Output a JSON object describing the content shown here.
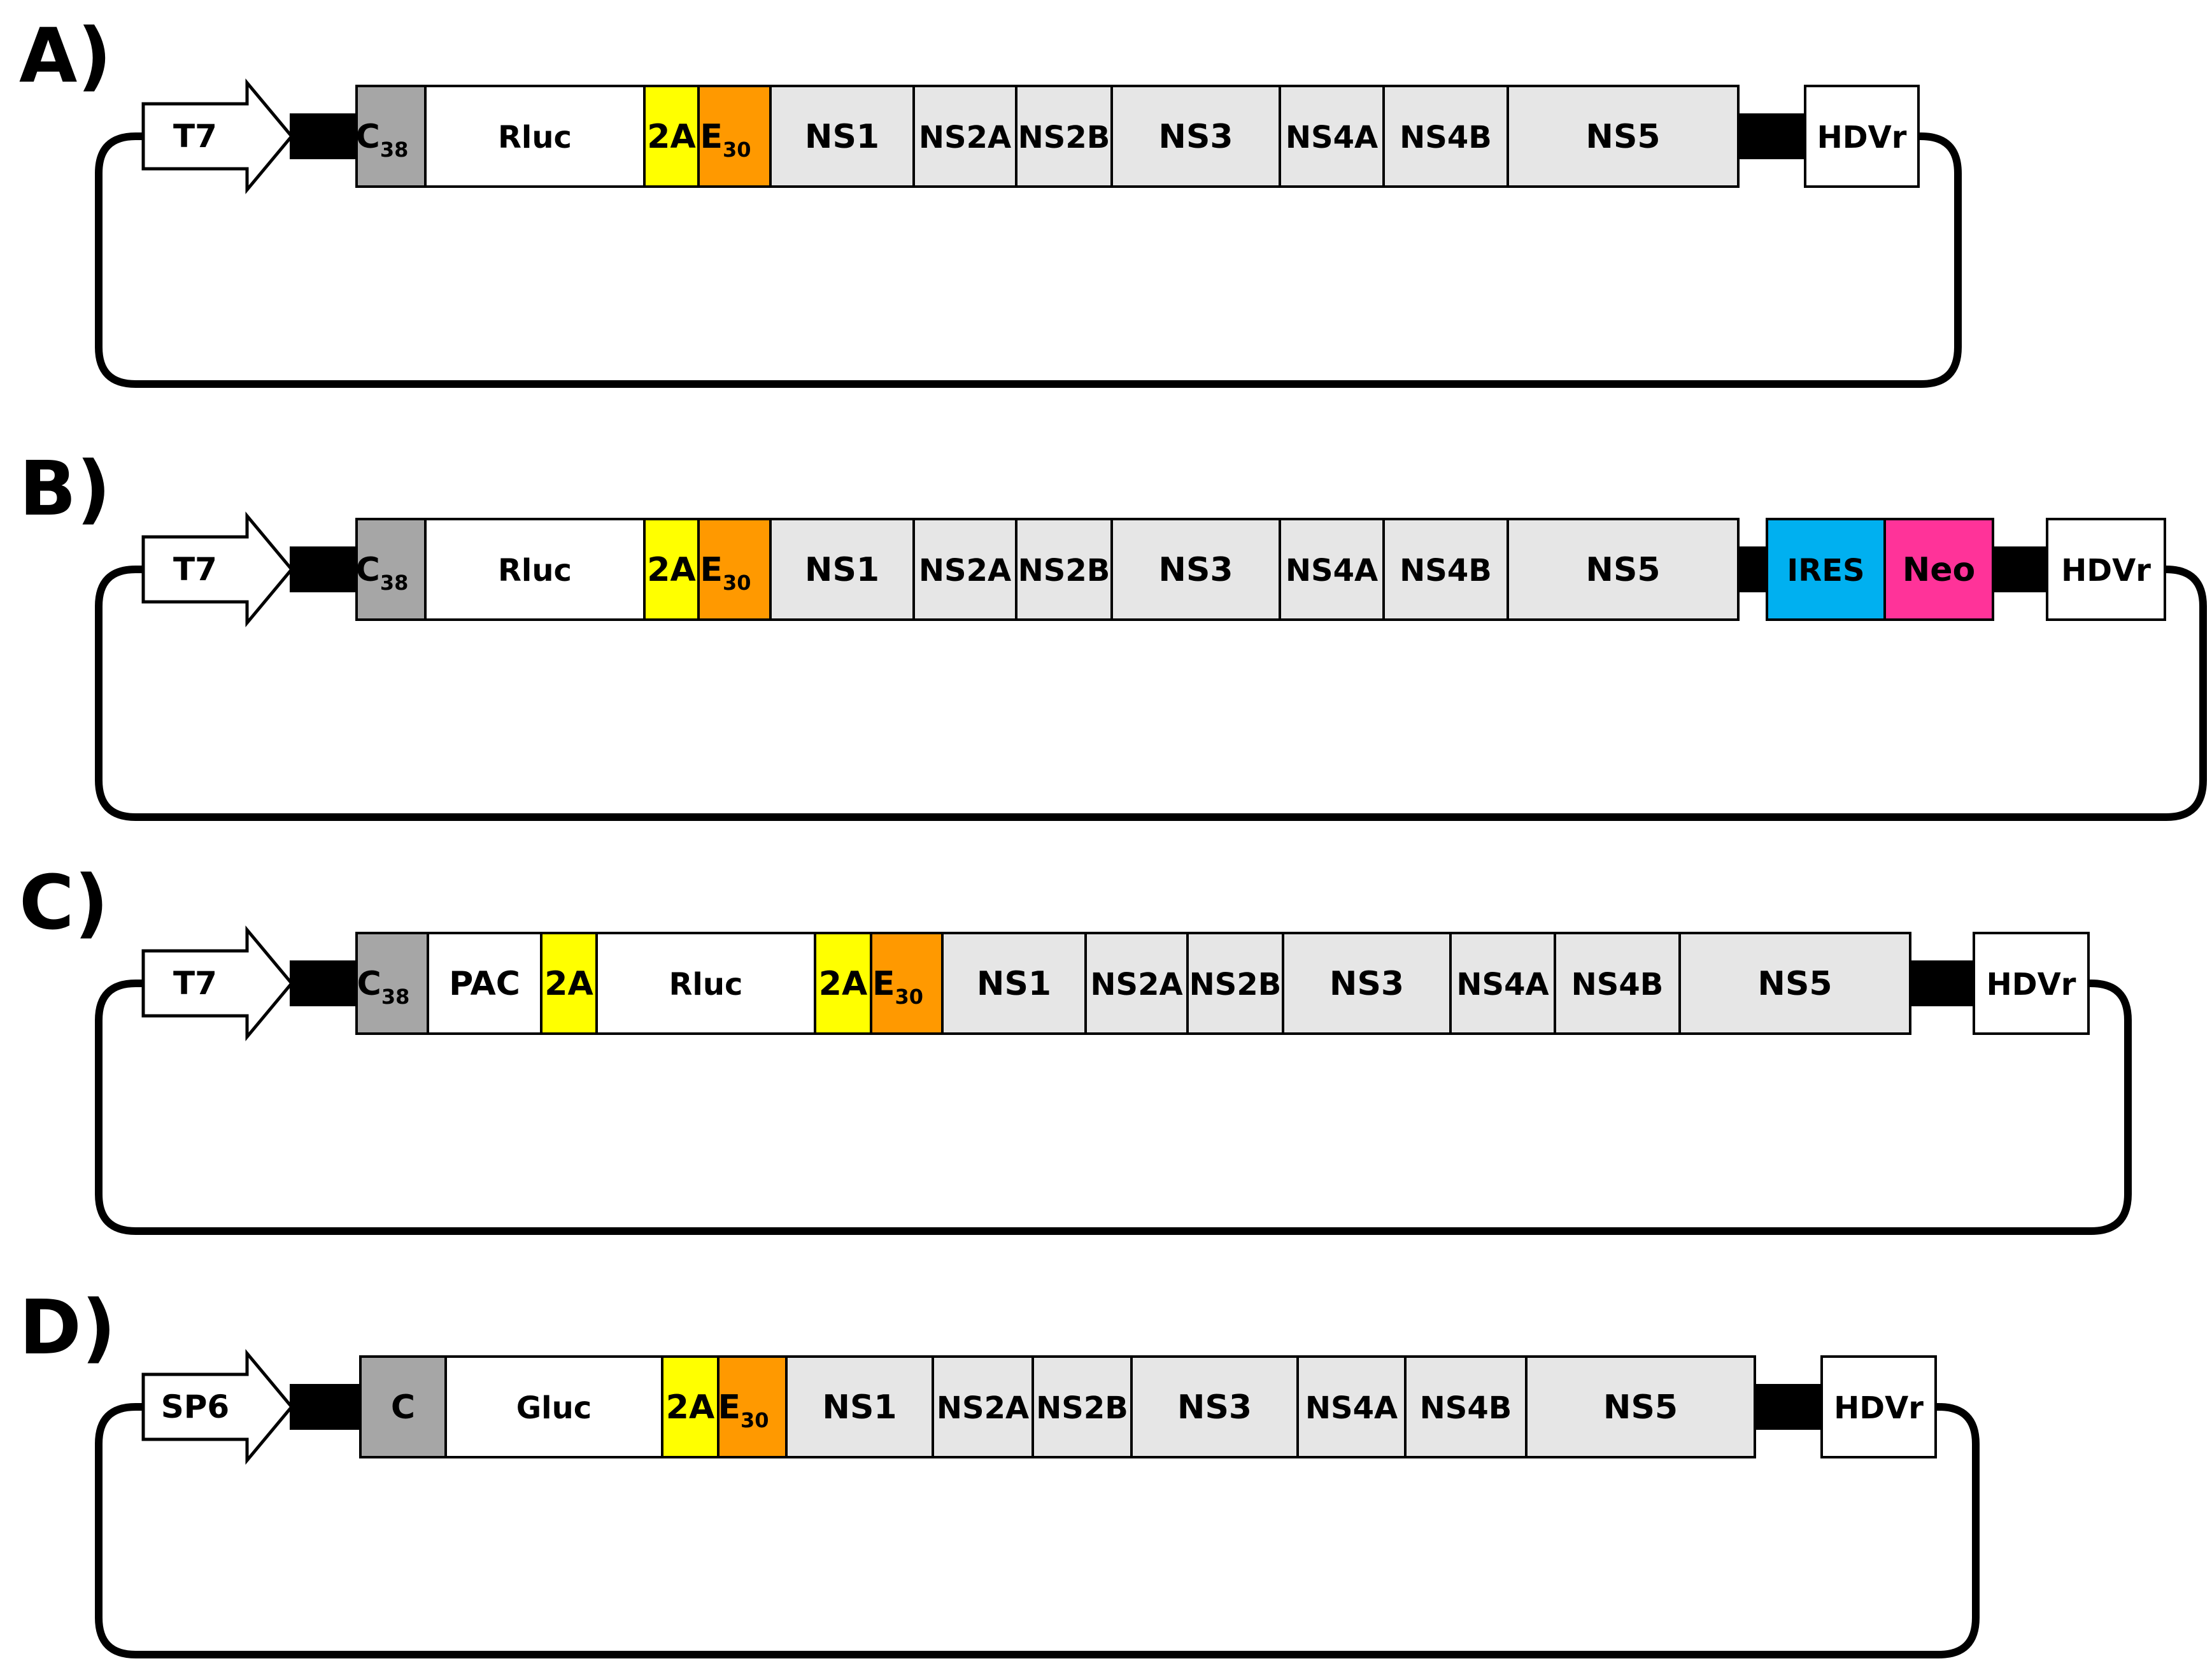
{
  "colors": {
    "white": "#ffffff",
    "light_gray": "#e6e6e6",
    "gray": "#a6a6a6",
    "yellow": "#ffff00",
    "orange": "#ff9900",
    "blue": "#00b0f0",
    "pink": "#ff3399",
    "black": "#000000"
  },
  "panels": [
    {
      "label": "A)",
      "promoter": "T7",
      "segments": [
        {
          "text": "C",
          "sub": "38",
          "color": "gray"
        },
        {
          "text": "Rluc",
          "color": "white"
        },
        {
          "text": "2A",
          "color": "yellow"
        },
        {
          "text": "E",
          "sub": "30",
          "color": "orange"
        },
        {
          "text": "NS1",
          "color": "light_gray"
        },
        {
          "text": "NS2A",
          "color": "light_gray"
        },
        {
          "text": "NS2B",
          "color": "light_gray"
        },
        {
          "text": "NS3",
          "color": "light_gray"
        },
        {
          "text": "NS4A",
          "color": "light_gray"
        },
        {
          "text": "NS4B",
          "color": "light_gray"
        },
        {
          "text": "NS5",
          "color": "light_gray"
        },
        {
          "text": "",
          "color": "black"
        },
        {
          "text": "HDVr",
          "color": "white"
        }
      ]
    },
    {
      "label": "B)",
      "promoter": "T7",
      "segments": [
        {
          "text": "C",
          "sub": "38",
          "color": "gray"
        },
        {
          "text": "Rluc",
          "color": "white"
        },
        {
          "text": "2A",
          "color": "yellow"
        },
        {
          "text": "E",
          "sub": "30",
          "color": "orange"
        },
        {
          "text": "NS1",
          "color": "light_gray"
        },
        {
          "text": "NS2A",
          "color": "light_gray"
        },
        {
          "text": "NS2B",
          "color": "light_gray"
        },
        {
          "text": "NS3",
          "color": "light_gray"
        },
        {
          "text": "NS4A",
          "color": "light_gray"
        },
        {
          "text": "NS4B",
          "color": "light_gray"
        },
        {
          "text": "NS5",
          "color": "light_gray"
        },
        {
          "text": "",
          "color": "black"
        },
        {
          "text": "IRES",
          "color": "blue"
        },
        {
          "text": "Neo",
          "color": "pink"
        },
        {
          "text": "",
          "color": "black"
        },
        {
          "text": "HDVr",
          "color": "white"
        }
      ]
    },
    {
      "label": "C)",
      "promoter": "T7",
      "segments": [
        {
          "text": "C",
          "sub": "38",
          "color": "gray"
        },
        {
          "text": "PAC",
          "color": "white"
        },
        {
          "text": "2A",
          "color": "yellow"
        },
        {
          "text": "Rluc",
          "color": "white"
        },
        {
          "text": "2A",
          "color": "yellow"
        },
        {
          "text": "E",
          "sub": "30",
          "color": "orange"
        },
        {
          "text": "NS1",
          "color": "light_gray"
        },
        {
          "text": "NS2A",
          "color": "light_gray"
        },
        {
          "text": "NS2B",
          "color": "light_gray"
        },
        {
          "text": "NS3",
          "color": "light_gray"
        },
        {
          "text": "NS4A",
          "color": "light_gray"
        },
        {
          "text": "NS4B",
          "color": "light_gray"
        },
        {
          "text": "NS5",
          "color": "light_gray"
        },
        {
          "text": "",
          "color": "black"
        },
        {
          "text": "HDVr",
          "color": "white"
        }
      ]
    },
    {
      "label": "D)",
      "promoter": "SP6",
      "segments": [
        {
          "text": "C",
          "color": "gray"
        },
        {
          "text": "Gluc",
          "color": "white"
        },
        {
          "text": "2A",
          "color": "yellow"
        },
        {
          "text": "E",
          "sub": "30",
          "color": "orange"
        },
        {
          "text": "NS1",
          "color": "light_gray"
        },
        {
          "text": "NS2A",
          "color": "light_gray"
        },
        {
          "text": "NS2B",
          "color": "light_gray"
        },
        {
          "text": "NS3",
          "color": "light_gray"
        },
        {
          "text": "NS4A",
          "color": "light_gray"
        },
        {
          "text": "NS4B",
          "color": "light_gray"
        },
        {
          "text": "NS5",
          "color": "light_gray"
        },
        {
          "text": "",
          "color": "black"
        },
        {
          "text": "HDVr",
          "color": "white"
        }
      ]
    }
  ]
}
